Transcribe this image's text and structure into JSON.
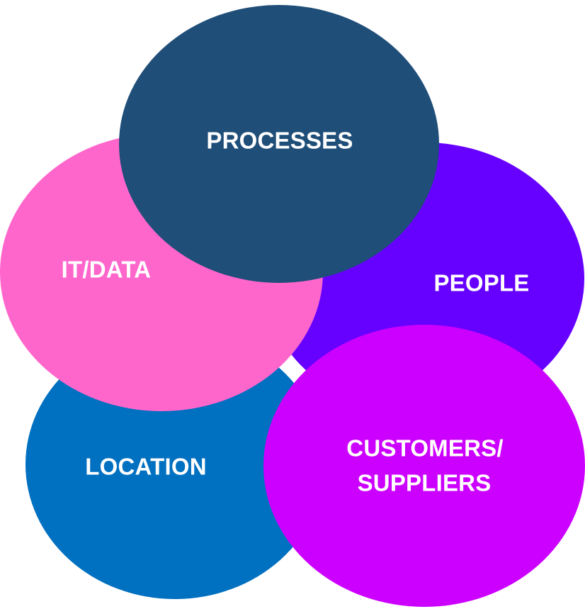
{
  "diagram": {
    "type": "overlapping-ellipses",
    "nodes": [
      {
        "id": "location",
        "label": "LOCATION",
        "color": "#0070C0"
      },
      {
        "id": "people",
        "label": "PEOPLE",
        "color": "#6600FF"
      },
      {
        "id": "it_data",
        "label": "IT/DATA",
        "color": "#FF66CC"
      },
      {
        "id": "processes",
        "label": "PROCESSES",
        "color": "#1F4E79"
      },
      {
        "id": "customers_suppliers",
        "label_line1": "CUSTOMERS/",
        "label_line2": "SUPPLIERS",
        "color": "#CC00FF"
      }
    ]
  }
}
